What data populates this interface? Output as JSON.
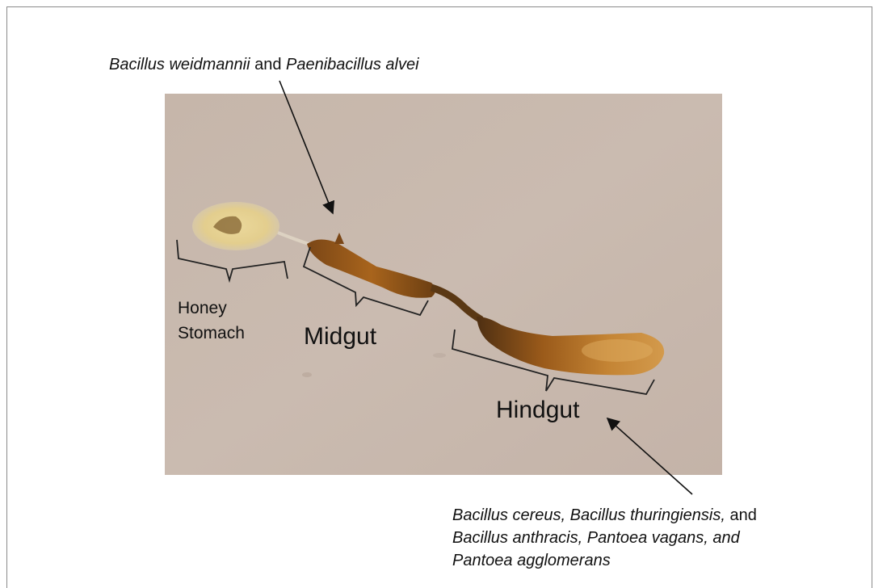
{
  "captions": {
    "top": {
      "part1": "Bacillus weidmannii",
      "part2": " and ",
      "part3": "Paenibacillus alvei"
    },
    "bottom": {
      "line1a": "Bacillus cereus, Bacillus thuringiensis,",
      "line1b": " and",
      "line2": "Bacillus anthracis, Pantoea vagans, and",
      "line3": "Pantoea agglomerans"
    }
  },
  "labels": {
    "honey_line1": "Honey",
    "honey_line2": "Stomach",
    "midgut": "Midgut",
    "hindgut": "Hindgut"
  },
  "colors": {
    "photo_background": "#c9b9ad",
    "gut_dark": "#6b3e12",
    "gut_mid": "#a8641c",
    "gut_light": "#c88a3a",
    "stomach": "#e6d08a"
  }
}
